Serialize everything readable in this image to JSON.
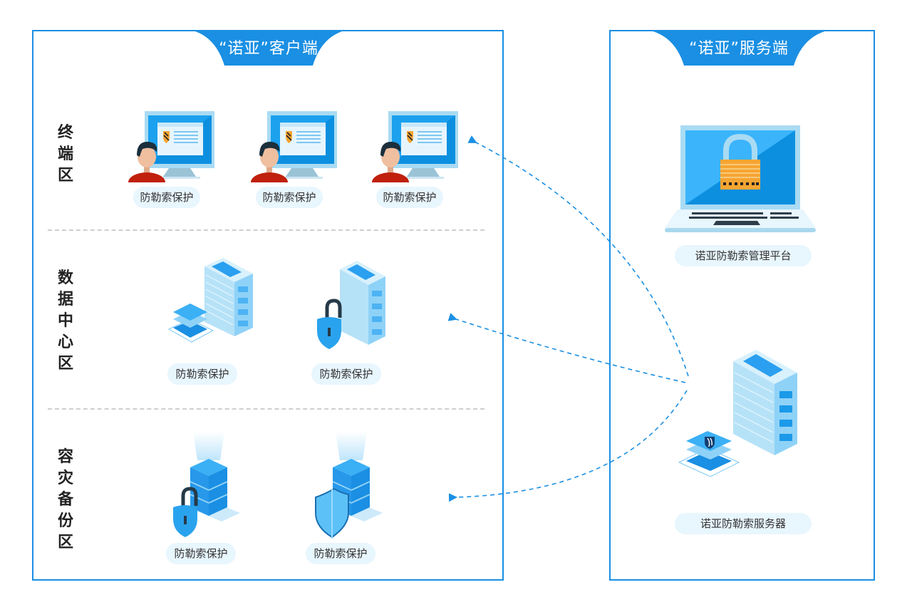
{
  "client_panel": {
    "title": "“诺亚”客户端",
    "zones": [
      {
        "label": "终端区",
        "chars": [
          "终",
          "端",
          "区"
        ],
        "items": [
          {
            "icon": "user-monitor-shield-icon",
            "label": "防勒索保护"
          },
          {
            "icon": "user-monitor-shield-icon",
            "label": "防勒索保护"
          },
          {
            "icon": "user-monitor-shield-icon",
            "label": "防勒索保护"
          }
        ]
      },
      {
        "label": "数据中心区",
        "chars": [
          "数",
          "据",
          "中",
          "心",
          "区"
        ],
        "items": [
          {
            "icon": "server-rack-with-stack-icon",
            "label": "防勒索保护"
          },
          {
            "icon": "server-rack-with-padlock-icon",
            "label": "防勒索保护"
          }
        ]
      },
      {
        "label": "容灾备份区",
        "chars": [
          "容",
          "灾",
          "备",
          "份",
          "区"
        ],
        "items": [
          {
            "icon": "backup-server-padlock-icon",
            "label": "防勒索保护"
          },
          {
            "icon": "backup-server-shield-icon",
            "label": "防勒索保护"
          }
        ]
      }
    ]
  },
  "server_panel": {
    "title": "“诺亚”服务端",
    "items": [
      {
        "icon": "laptop-padlock-icon",
        "label": "诺亚防勒索管理平台"
      },
      {
        "icon": "server-rack-with-logo-icon",
        "label": "诺亚防勒索服务器"
      }
    ]
  },
  "connections": [
    {
      "from": "诺亚防勒索服务器",
      "to": "终端区",
      "style": "dashed-arrow"
    },
    {
      "from": "诺亚防勒索服务器",
      "to": "数据中心区",
      "style": "dashed-arrow"
    },
    {
      "from": "诺亚防勒索服务器",
      "to": "容灾备份区",
      "style": "dashed-arrow"
    }
  ],
  "colors": {
    "accent": "#1a8fe3",
    "pill_bg": "#e8f6fe",
    "divider": "#cfcfcf",
    "user_shirt": "#c0200c",
    "lock_orange": "#f5a532"
  }
}
